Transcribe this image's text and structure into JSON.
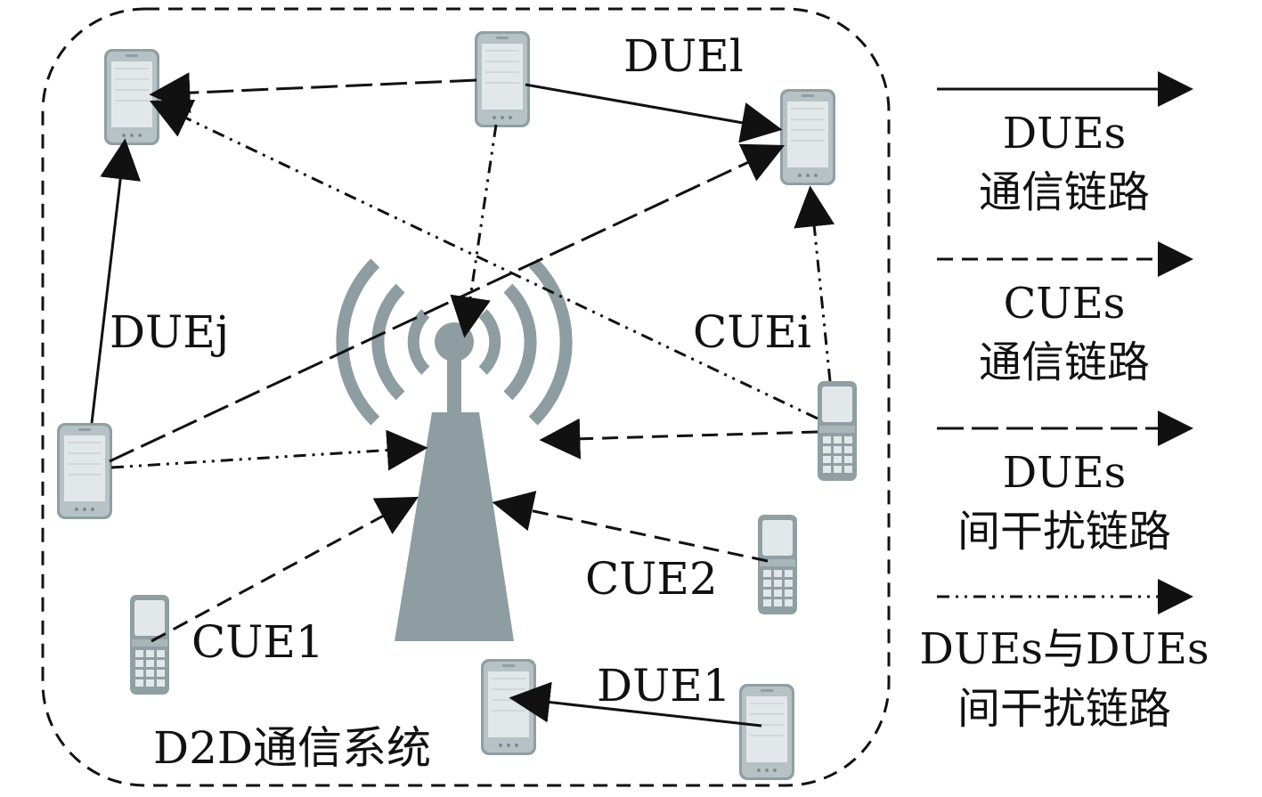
{
  "diagram": {
    "system_label": "D2D通信系统",
    "nodes": {
      "due_l": "DUEl",
      "due_j": "DUEj",
      "cue_i": "CUEi",
      "cue_2": "CUE2",
      "cue_1": "CUE1",
      "due_1": "DUE1"
    },
    "icons": {
      "smartphone": "smartphone-icon",
      "flip_phone": "flip-phone-icon",
      "base_station": "base-station-tower-icon"
    },
    "colors": {
      "device": "#8f9fa3",
      "device_screen": "#dfe5e6",
      "tower": "#8d9da1",
      "line": "#111111"
    }
  },
  "legend": [
    {
      "style": "solid",
      "line1": "DUEs",
      "line2": "通信链路"
    },
    {
      "style": "dashed",
      "line1": "CUEs",
      "line2": "通信链路"
    },
    {
      "style": "long-dashed",
      "line1": "DUEs",
      "line2": "间干扰链路"
    },
    {
      "style": "dash-dot-dot",
      "line1": "DUEs与DUEs",
      "line2": "间干扰链路"
    }
  ]
}
